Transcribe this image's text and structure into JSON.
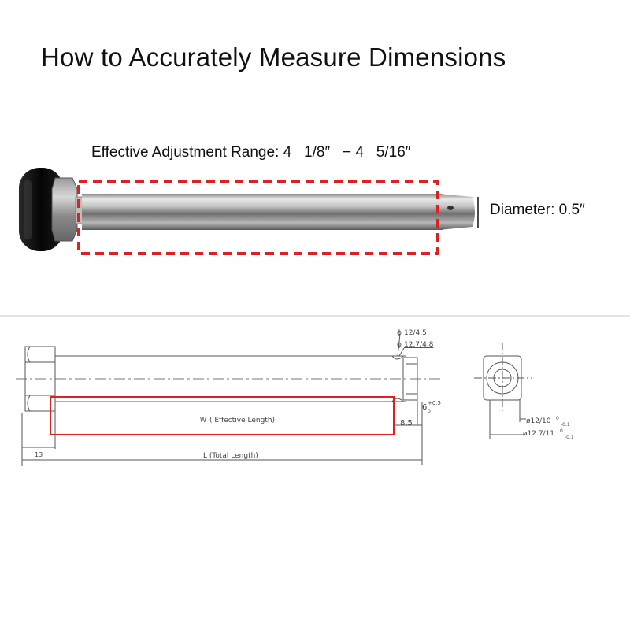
{
  "title": "How to Accurately Measure Dimensions",
  "adjustment_range": "Effective Adjustment Range: 4   1/8″   − 4   5/16″",
  "diameter": "Diameter: 0.5″",
  "drawing": {
    "diam_top_a": "12/4.5",
    "diam_top_b": "12.7/4.8",
    "effective_length_label": "( Effective Length)",
    "effective_length_symbol": "W",
    "total_length_label": "L (Total Length)",
    "head_width": "13",
    "end_length": "8.5",
    "hole_offset": "6",
    "hole_offset_sup": "+0.5",
    "hole_offset_sub": "0",
    "end_diam_1": "ø12/10",
    "end_diam_1_sup": "0",
    "end_diam_1_sub": "-0.1",
    "end_diam_2": "ø12.7/11",
    "end_diam_2_sup": "0",
    "end_diam_2_sub": "-0.1"
  },
  "colors": {
    "highlight": "#e02020",
    "line": "#555555",
    "knob": "#1a1a1a",
    "steel": "#b9b9b9"
  },
  "icons": [
    "black-knob-icon",
    "hex-nut-icon",
    "steel-pin-icon",
    "cross-section-icon"
  ]
}
